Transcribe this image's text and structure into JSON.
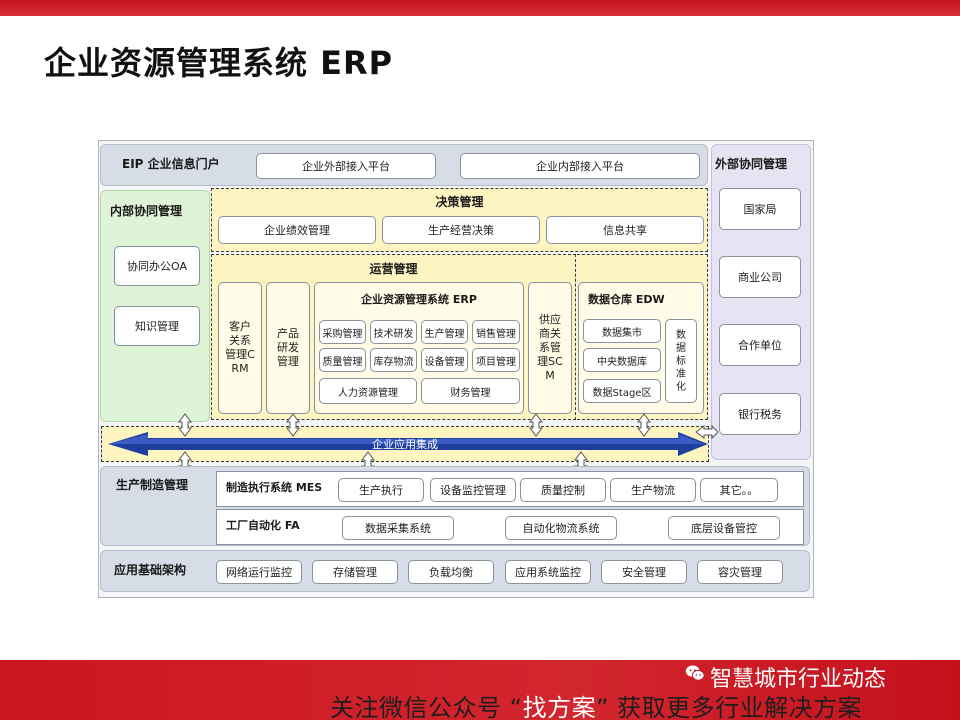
{
  "title": "企业资源管理系统 ERP",
  "eip": {
    "label": "EIP 企业信息门户",
    "items": [
      "企业外部接入平台",
      "企业内部接入平台"
    ]
  },
  "internal": {
    "label": "内部协同管理",
    "items": [
      "协同办公OA",
      "知识管理"
    ]
  },
  "external": {
    "label": "外部协同管理",
    "items": [
      "国家局",
      "商业公司",
      "合作单位",
      "银行税务"
    ]
  },
  "decision": {
    "label": "决策管理",
    "items": [
      "企业绩效管理",
      "生产经营决策",
      "信息共享"
    ]
  },
  "operation": {
    "label": "运营管理",
    "crm": "客户关系管理CRM",
    "product": "产品研发管理",
    "erp": {
      "label": "企业资源管理系统 ERP",
      "row1": [
        "采购管理",
        "技术研发",
        "生产管理",
        "销售管理"
      ],
      "row2": [
        "质量管理",
        "库存物流",
        "设备管理",
        "项目管理"
      ],
      "row3": [
        "人力资源管理",
        "财务管理"
      ]
    },
    "scm": "供应商关系管理SCM"
  },
  "edw": {
    "label": "数据仓库 EDW",
    "items": [
      "数据集市",
      "中央数据库",
      "数据Stage区"
    ],
    "side": "数据标准化"
  },
  "integration": {
    "label": "企业应用集成"
  },
  "production": {
    "label": "生产制造管理",
    "mes": {
      "label": "制造执行系统 MES",
      "items": [
        "生产执行",
        "设备监控管理",
        "质量控制",
        "生产物流",
        "其它。。"
      ]
    },
    "fa": {
      "label": "工厂自动化 FA",
      "items": [
        "数据采集系统",
        "自动化物流系统",
        "底层设备管控"
      ]
    }
  },
  "infra": {
    "label": "应用基础架构",
    "items": [
      "网络运行监控",
      "存储管理",
      "负载均衡",
      "应用系统监控",
      "安全管理",
      "容灾管理"
    ]
  },
  "footer": {
    "brand": "智慧城市行业动态",
    "promo_a": "关注微信公众号",
    "promo_q1": "“",
    "promo_b": "找方案",
    "promo_q2": "”",
    "promo_c": "获取更多行业解决方案"
  },
  "colors": {
    "accent_red": "#c8141f",
    "integration_blue": "#1f3f9e",
    "zone_green": "#dff3d7",
    "zone_yellow": "#fdf4c1",
    "zone_purple": "#e6e3f3"
  }
}
